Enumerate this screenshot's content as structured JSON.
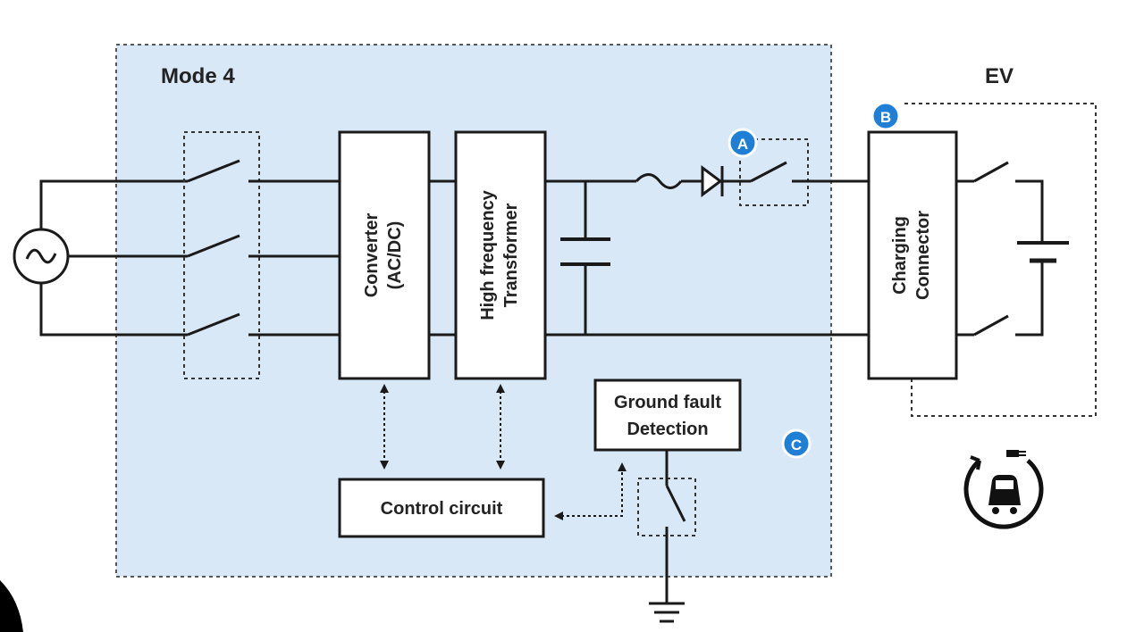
{
  "diagram": {
    "mode_label": "Mode 4",
    "ev_label": "EV",
    "converter": {
      "line1": "Converter",
      "line2": "(AC/DC)"
    },
    "transformer": {
      "line1": "High frequency",
      "line2": "Transformer"
    },
    "charging_connector": {
      "line1": "Charging",
      "line2": "Connector"
    },
    "control_circuit": "Control circuit",
    "ground_fault": {
      "line1": "Ground fault",
      "line2": "Detection"
    },
    "markers": {
      "a": "A",
      "b": "B",
      "c": "C"
    },
    "colors": {
      "station_fill": "#d9e8f7",
      "line": "#1a1a1a",
      "marker": "#1f7fd6",
      "box_fill": "#ffffff"
    },
    "icons": {
      "ac_source": "ac-source-icon",
      "ground": "ground-icon",
      "ev_charging": "ev-charging-icon"
    }
  }
}
